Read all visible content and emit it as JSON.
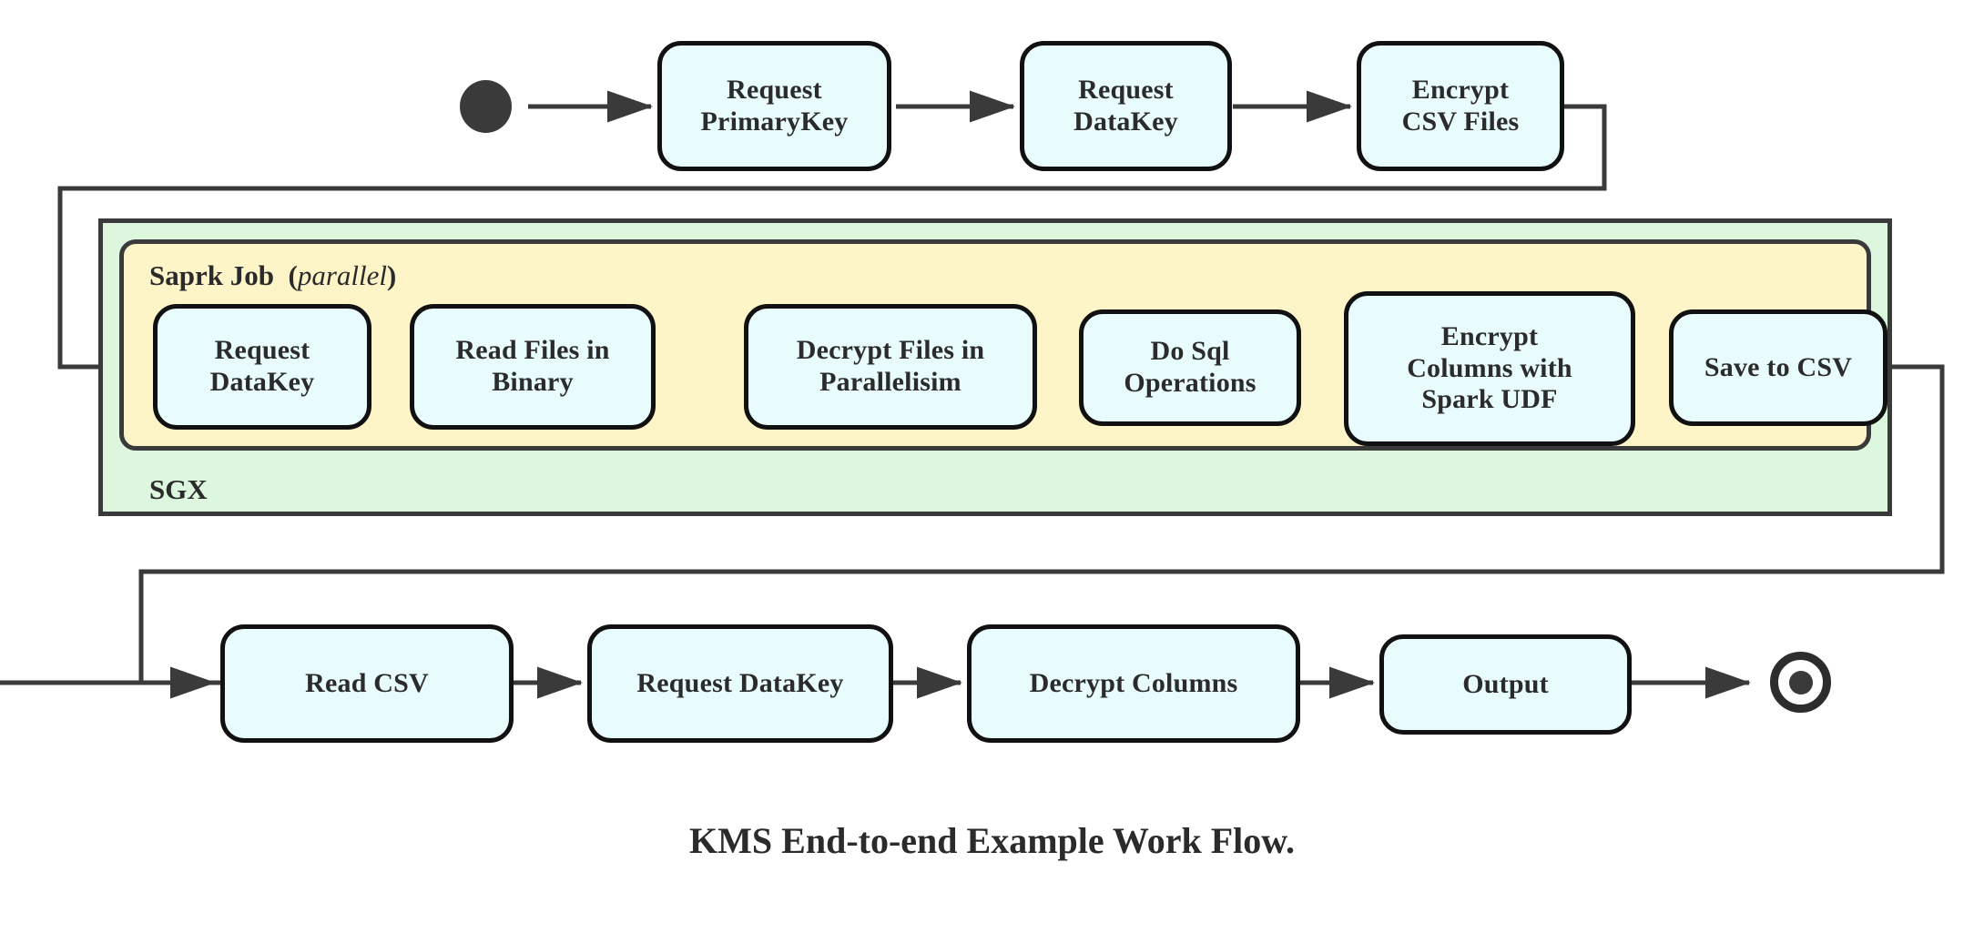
{
  "diagram": {
    "caption": "KMS End-to-end Example Work Flow.",
    "colors": {
      "node_fill": "#e8fbfd",
      "node_stroke": "#111111",
      "sgx_fill": "#ddf7df",
      "spark_fill": "#fdf5c8",
      "swimlane_stroke": "#3a3a3a",
      "connector": "#3a3a3a",
      "text": "#2b2b2b",
      "background": "#ffffff"
    },
    "swimlanes": {
      "outer": {
        "label": "SGX"
      },
      "inner": {
        "label": "Saprk Job",
        "qualifier": "(",
        "qualifier_italic": "parallel",
        "qualifier_close": ")"
      }
    },
    "nodes": {
      "start": {
        "name": "start-node"
      },
      "end": {
        "name": "end-node"
      },
      "row_top": [
        {
          "id": "request-primarykey",
          "lines": [
            "Request",
            "PrimaryKey"
          ]
        },
        {
          "id": "request-datakey-top",
          "lines": [
            "Request",
            "DataKey"
          ]
        },
        {
          "id": "encrypt-csv-files",
          "lines": [
            "Encrypt",
            "CSV Files"
          ]
        }
      ],
      "row_spark": [
        {
          "id": "request-datakey-spark",
          "lines": [
            "Request",
            "DataKey"
          ]
        },
        {
          "id": "read-files-in-binary",
          "lines": [
            "Read Files in",
            "Binary"
          ]
        },
        {
          "id": "decrypt-files-in-parallelisim",
          "lines": [
            "Decrypt Files in",
            "Parallelisim"
          ]
        },
        {
          "id": "do-sql-operations",
          "lines": [
            "Do Sql",
            "Operations"
          ]
        },
        {
          "id": "encrypt-columns-with-spark-udf",
          "lines": [
            "Encrypt",
            "Columns with",
            "Spark UDF"
          ]
        },
        {
          "id": "save-to-csv",
          "lines": [
            "Save to CSV"
          ]
        }
      ],
      "row_bottom": [
        {
          "id": "read-csv",
          "lines": [
            "Read CSV"
          ]
        },
        {
          "id": "request-datakey-bottom",
          "lines": [
            "Request DataKey"
          ]
        },
        {
          "id": "decrypt-columns",
          "lines": [
            "Decrypt Columns"
          ]
        },
        {
          "id": "output",
          "lines": [
            "Output"
          ]
        }
      ]
    },
    "flow_sequence": [
      "start",
      "Request PrimaryKey",
      "Request DataKey",
      "Encrypt CSV Files",
      "Request DataKey",
      "Read Files in Binary",
      "Decrypt Files in Parallelisim",
      "Do Sql Operations",
      "Encrypt Columns with Spark UDF",
      "Save to CSV",
      "Read CSV",
      "Request DataKey",
      "Decrypt Columns",
      "Output",
      "end"
    ]
  }
}
